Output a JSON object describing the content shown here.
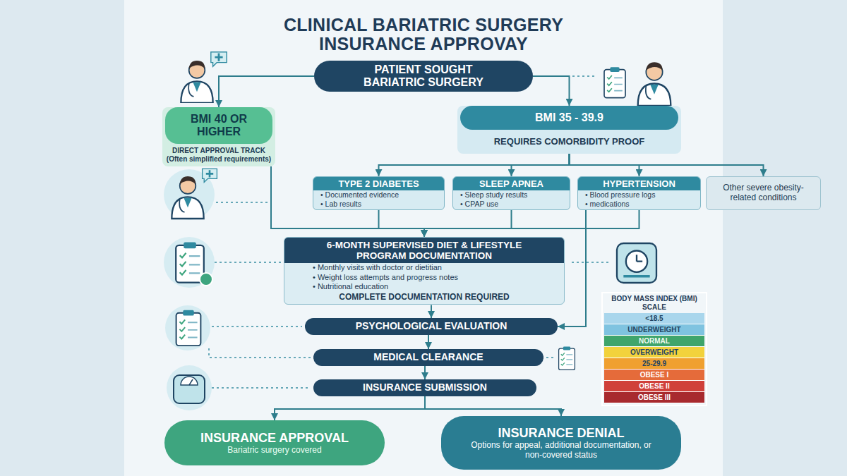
{
  "diagram": {
    "title": "CLINICAL BARIATRIC SURGERY INSURANCE APPROVAY",
    "nodes": [
      {
        "text": [
          "PATIENT SOUGHT BARIATRIC SURGERY"
        ]
      },
      {
        "text": [
          "BMI 40 OR HIGHER",
          "DIRECT APPROVAL TRACK (Often simplified requirements)"
        ]
      },
      {
        "text": [
          "BMI 35 - 39.9",
          "REQUIRES COMORBIDITY PROOF"
        ]
      },
      {
        "text": [
          "TYPE 2 DIABETES",
          "• Documented evidence",
          "• Lab results"
        ]
      },
      {
        "text": [
          "SLEEP APNEA",
          "• Sleep study results",
          "• CPAP use"
        ]
      },
      {
        "text": [
          "HYPERTENSION",
          "• Blood pressure logs",
          "• medications"
        ]
      },
      {
        "text": [
          "Other severe obesity-related conditions"
        ]
      },
      {
        "text": [
          "6-MONTH SUPERVISED DIET & LIFESTYLE PROGRAM DOCUMENTATION",
          "• Monthly visits with doctor or dietitian",
          "• Weight loss attempts and progress notes",
          "• Nutritional education",
          "COMPLETE DOCUMENTATION REQUIRED"
        ]
      },
      {
        "text": [
          "PSYCHOLOGICAL EVALUATION"
        ]
      },
      {
        "text": [
          "MEDICAL CLEARANCE"
        ]
      },
      {
        "text": [
          "INSURANCE SUBMISSION"
        ]
      },
      {
        "text": [
          "INSURANCE APPROVAL",
          "Bariatric surgery covered"
        ]
      },
      {
        "text": [
          "INSURANCE DENIAL",
          "Options for appeal, additional documentation, or non-covered status"
        ]
      }
    ],
    "edges": [
      {
        "from": 0,
        "to": 1,
        "arrow": "to"
      },
      {
        "from": 0,
        "to": 2,
        "arrow": "to"
      },
      {
        "from": 2,
        "to": 3,
        "arrow": "to"
      },
      {
        "from": 2,
        "to": 4,
        "arrow": "to"
      },
      {
        "from": 2,
        "to": 5,
        "arrow": "to"
      },
      {
        "from": 2,
        "to": 6,
        "arrow": "to"
      },
      {
        "from": 1,
        "to": 7,
        "arrow": "to"
      },
      {
        "from": 3,
        "to": 7,
        "arrow": "to"
      },
      {
        "from": 4,
        "to": 7,
        "arrow": "to"
      },
      {
        "from": 5,
        "to": 7,
        "arrow": "to"
      },
      {
        "from": 7,
        "to": 8,
        "arrow": "to"
      },
      {
        "from": 5,
        "to": 8,
        "arrow": "to"
      },
      {
        "from": 8,
        "to": 9,
        "arrow": "to"
      },
      {
        "from": 9,
        "to": 10,
        "arrow": "to"
      },
      {
        "from": 10,
        "to": 11,
        "arrow": "to"
      },
      {
        "from": 10,
        "to": 12,
        "arrow": "to"
      }
    ],
    "labels": [
      "BODY MASS INDEX (BMI) SCALE"
    ],
    "legend": [
      {
        "text": "<18.5",
        "color": "#a9d6ec"
      },
      {
        "text": "UNDERWEIGHT",
        "color": "#7fc3e0"
      },
      {
        "text": "NORMAL",
        "color": "#3fa56b"
      },
      {
        "text": "OVERWEIGHT",
        "color": "#f2d23c"
      },
      {
        "text": "25-29.9",
        "color": "#f0a030"
      },
      {
        "text": "OBESE I",
        "color": "#e56b3a"
      },
      {
        "text": "OBESE II",
        "color": "#d0403a"
      },
      {
        "text": "OBESE III",
        "color": "#a82a2e"
      }
    ]
  }
}
